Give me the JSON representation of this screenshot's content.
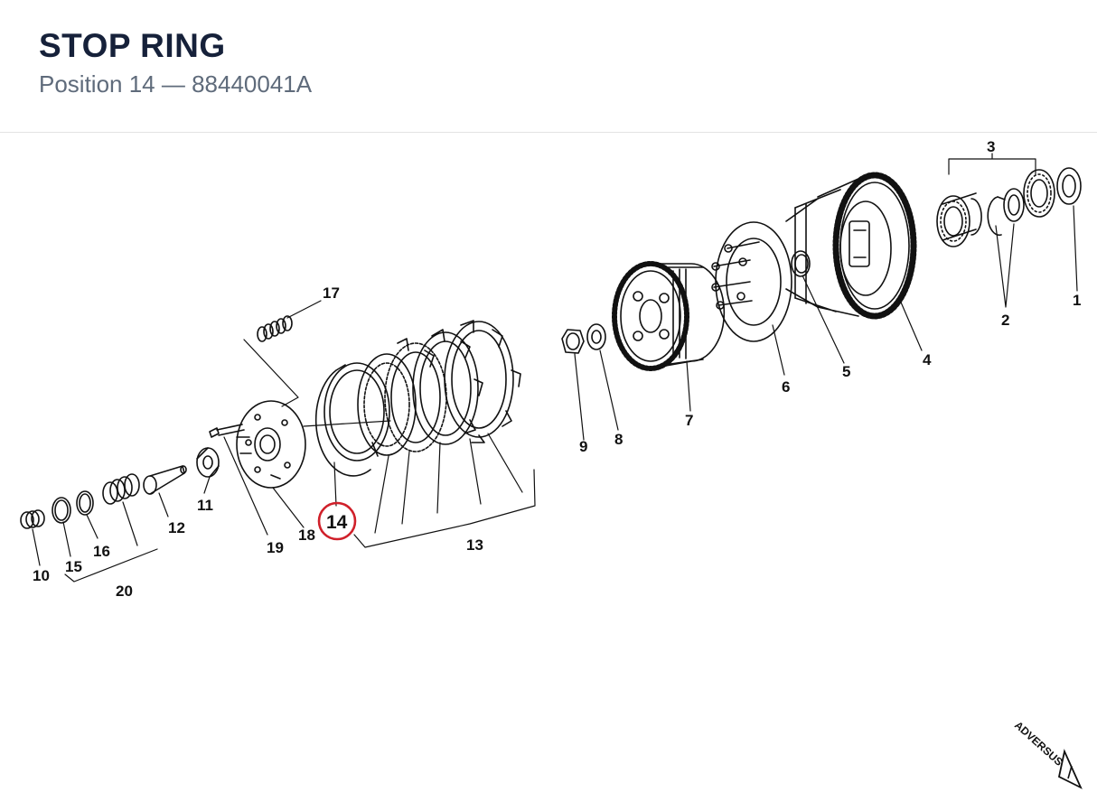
{
  "header": {
    "title": "STOP RING",
    "subtitle": "Position 14 — 88440041A"
  },
  "diagram": {
    "highlight_color": "#d0202a",
    "highlighted_position": "14",
    "callouts": [
      "1",
      "2",
      "3",
      "4",
      "5",
      "6",
      "7",
      "8",
      "9",
      "10",
      "11",
      "12",
      "13",
      "14",
      "15",
      "16",
      "17",
      "18",
      "19",
      "20"
    ],
    "watermark": "ADVERSUS"
  }
}
